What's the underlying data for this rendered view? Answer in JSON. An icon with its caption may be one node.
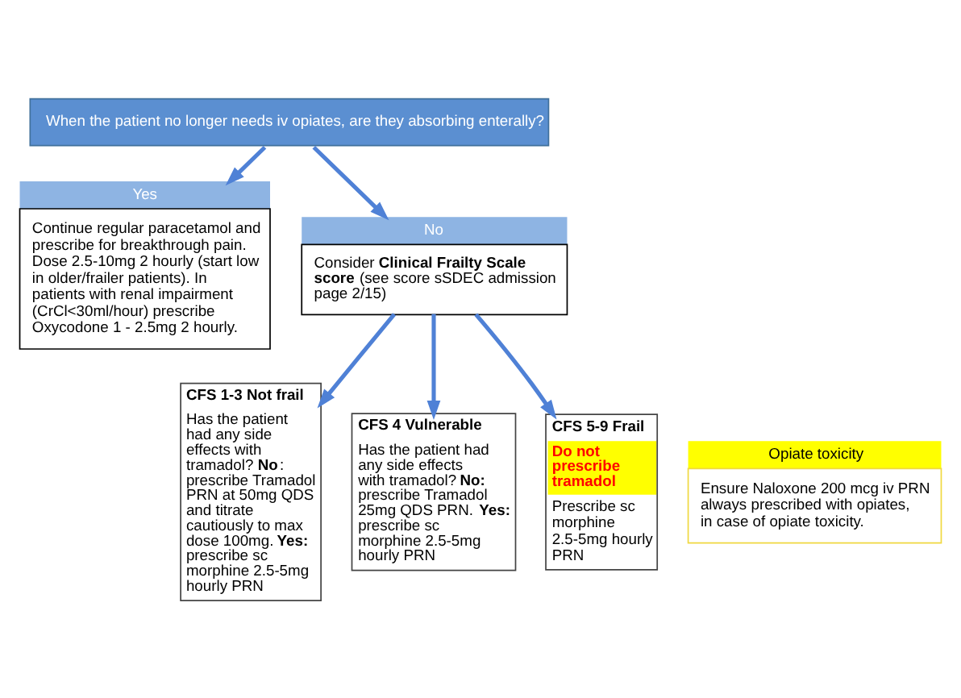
{
  "diagram": {
    "nodes": [
      {
        "text": [
          "When the patient no longer needs iv opiates, are they absorbing enterally?"
        ]
      },
      {
        "text": [
          "Yes",
          "Continue regular paracetamol and prescribe for breakthrough pain. Dose 2.5-10mg 2 hourly (start low in older/frailer patients). In patients with renal impairment (CrCl<30ml/hour) prescribe Oxycodone 1 - 2.5mg 2 hourly."
        ]
      },
      {
        "text": [
          "No",
          "Consider **Clinical Frailty Scale score** (see score sSDEC admission page 2/15)"
        ]
      },
      {
        "text": [
          "CFS 1-3 Not frail",
          "Has the patient had any side effects with tramadol? **No**: prescribe Tramadol PRN at 50mg QDS and titrate cautiously to max dose 100mg. **Yes:** prescribe sc morphine 2.5-5mg hourly PRN"
        ]
      },
      {
        "text": [
          "CFS 4 Vulnerable",
          "Has the patient had any side effects with tramadol? **No:** prescribe Tramadol 25mg QDS PRN. **Yes:** prescribe sc morphine 2.5-5mg hourly PRN"
        ]
      },
      {
        "text": [
          "CFS 5-9 Frail",
          "Do not prescribe tramadol",
          "Prescribe sc morphine 2.5-5mg hourly PRN"
        ]
      },
      {
        "text": [
          "Opiate toxicity",
          "Ensure Naloxone 200 mcg iv PRN always prescribed with opiates, in case of opiate toxicity."
        ]
      }
    ],
    "edges": [
      {
        "from": 0,
        "to": 1,
        "arrow": "to"
      },
      {
        "from": 0,
        "to": 2,
        "arrow": "to"
      },
      {
        "from": 2,
        "to": 3,
        "arrow": "to"
      },
      {
        "from": 2,
        "to": 4,
        "arrow": "to"
      },
      {
        "from": 2,
        "to": 5,
        "arrow": "to"
      }
    ]
  }
}
